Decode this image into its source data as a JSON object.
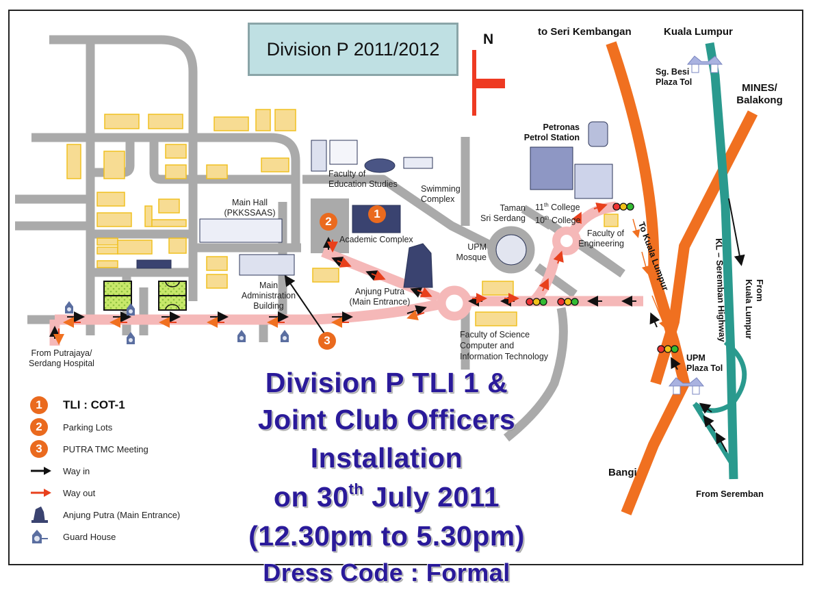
{
  "header": {
    "title": "Division P 2011/2012",
    "north_label": "N"
  },
  "colors": {
    "road": "#aaaaaa",
    "route": "#f5b8b8",
    "building": "#f7dc93",
    "building_border": "#f0c020",
    "highway_orange": "#f07020",
    "highway_teal": "#2a9a8e",
    "marker": "#ea6a1e",
    "title_text": "#2a1a9a",
    "header_bg": "#bfe0e3"
  },
  "map_labels": {
    "to_seri_kembangan": "to Seri Kembangan",
    "kuala_lumpur": "Kuala Lumpur",
    "sg_besi_1": "Sg. Besi",
    "sg_besi_2": "Plaza Tol",
    "mines_1": "MINES/",
    "mines_2": "Balakong",
    "petronas_1": "Petronas",
    "petronas_2": "Petrol Station",
    "faculty_education_1": "Faculty of",
    "faculty_education_2": "Education Studies",
    "swimming_1": "Swimming",
    "swimming_2": "Complex",
    "taman_1": "Taman",
    "taman_2": "Sri Serdang",
    "college_11": "11",
    "college_10": "10",
    "college_suffix": "th",
    "college_word": " College",
    "main_hall_1": "Main Hall",
    "main_hall_2": "(PKKSSAAS)",
    "academic_complex": "Academic Complex",
    "faculty_engineering_1": "Faculty of",
    "faculty_engineering_2": "Engineering",
    "upm_mosque_1": "UPM",
    "upm_mosque_2": "Mosque",
    "main_admin_1": "Main",
    "main_admin_2": "Administration",
    "main_admin_3": "Building",
    "anjung_1": "Anjung Putra",
    "anjung_2": "(Main Entrance)",
    "fsci_1": "Faculty of Science",
    "fsci_2": "Computer and",
    "fsci_3": "Information Technology",
    "from_putrajaya_1": "From Putrajaya/",
    "from_putrajaya_2": "Serdang Hospital",
    "to_kuala_lumpur": "To Kuala Lumpur",
    "kl_seremban_highway": "KL – Seremban Highway",
    "from_kl": "From",
    "from_kl_2": "Kuala Lumpur",
    "upm_plaza_1": "UPM",
    "upm_plaza_2": "Plaza Tol",
    "bangi": "Bangi",
    "from_seremban": "From Seremban"
  },
  "markers": [
    {
      "number": "1",
      "meaning": "TLI : COT-1"
    },
    {
      "number": "2",
      "meaning": "Parking Lots"
    },
    {
      "number": "3",
      "meaning": "PUTRA TMC Meeting"
    }
  ],
  "legend": {
    "items": [
      {
        "icon": "marker-1",
        "label": "TLI : COT-1"
      },
      {
        "icon": "marker-2",
        "label": "Parking Lots"
      },
      {
        "icon": "marker-3",
        "label": "PUTRA TMC Meeting"
      },
      {
        "icon": "black-arrow-icon",
        "label": "Way in"
      },
      {
        "icon": "red-arrow-icon",
        "label": "Way out"
      },
      {
        "icon": "anjung-putra-icon",
        "label": "Anjung Putra (Main Entrance)"
      },
      {
        "icon": "guard-house-icon",
        "label": "Guard House"
      }
    ]
  },
  "event": {
    "line1": "Division P TLI 1 &",
    "line2": "Joint Club Officers",
    "line3": "Installation",
    "line4_pre": "on 30",
    "line4_sup": "th",
    "line4_post": " July 2011",
    "line5": "(12.30pm to 5.30pm)",
    "line6": "Dress Code : Formal"
  }
}
